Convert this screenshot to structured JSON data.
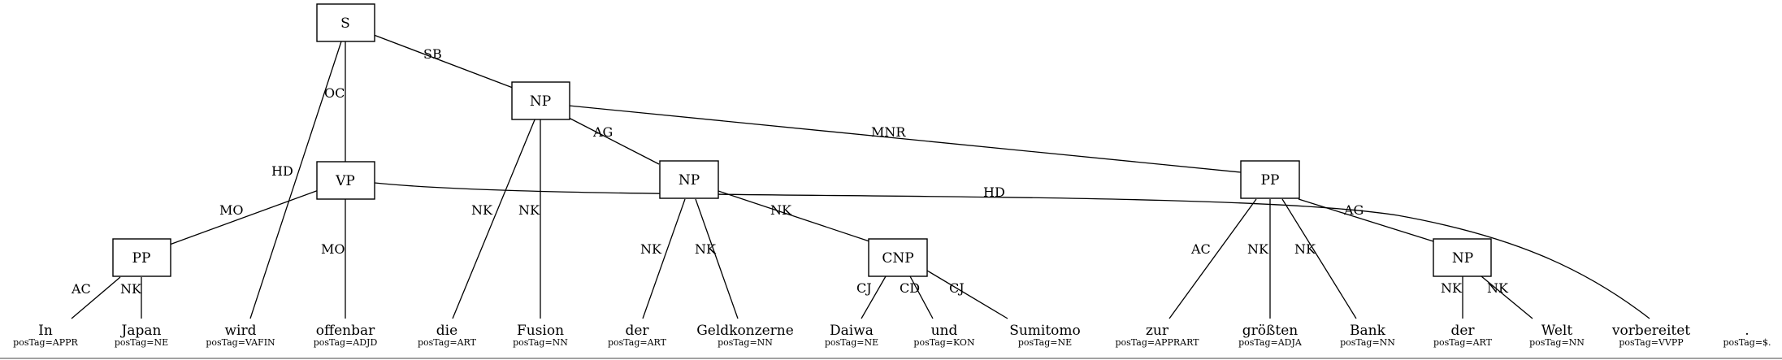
{
  "nodes": {
    "S": "S",
    "NP1": "NP",
    "VP": "VP",
    "NP2": "NP",
    "PP1": "PP",
    "PP2": "PP",
    "CNP": "CNP",
    "NP3": "NP"
  },
  "edges": {
    "S_NP1": "SB",
    "S_VP": "OC",
    "S_wird": "HD",
    "VP_PP1": "MO",
    "VP_offenbar": "MO",
    "VP_vorbereitet": "HD",
    "NP1_die": "NK",
    "NP1_Fusion": "NK",
    "NP1_NP2": "AG",
    "NP1_PP2": "MNR",
    "PP1_In": "AC",
    "PP1_Japan": "NK",
    "NP2_der": "NK",
    "NP2_Geldkonzerne": "NK",
    "NP2_CNP": "NK",
    "CNP_Daiwa": "CJ",
    "CNP_und": "CD",
    "CNP_Sumitomo": "CJ",
    "PP2_zur": "AC",
    "PP2_groessten": "NK",
    "PP2_Bank": "NK",
    "PP2_NP3": "AG",
    "NP3_der": "NK",
    "NP3_Welt": "NK"
  },
  "tokens": [
    {
      "word": "In",
      "pos": "posTag=APPR"
    },
    {
      "word": "Japan",
      "pos": "posTag=NE"
    },
    {
      "word": "wird",
      "pos": "posTag=VAFIN"
    },
    {
      "word": "offenbar",
      "pos": "posTag=ADJD"
    },
    {
      "word": "die",
      "pos": "posTag=ART"
    },
    {
      "word": "Fusion",
      "pos": "posTag=NN"
    },
    {
      "word": "der",
      "pos": "posTag=ART"
    },
    {
      "word": "Geldkonzerne",
      "pos": "posTag=NN"
    },
    {
      "word": "Daiwa",
      "pos": "posTag=NE"
    },
    {
      "word": "und",
      "pos": "posTag=KON"
    },
    {
      "word": "Sumitomo",
      "pos": "posTag=NE"
    },
    {
      "word": "zur",
      "pos": "posTag=APPRART"
    },
    {
      "word": "größten",
      "pos": "posTag=ADJA"
    },
    {
      "word": "Bank",
      "pos": "posTag=NN"
    },
    {
      "word": "der",
      "pos": "posTag=ART"
    },
    {
      "word": "Welt",
      "pos": "posTag=NN"
    },
    {
      "word": "vorbereitet",
      "pos": "posTag=VVPP"
    },
    {
      "word": ".",
      "pos": "posTag=$."
    }
  ]
}
